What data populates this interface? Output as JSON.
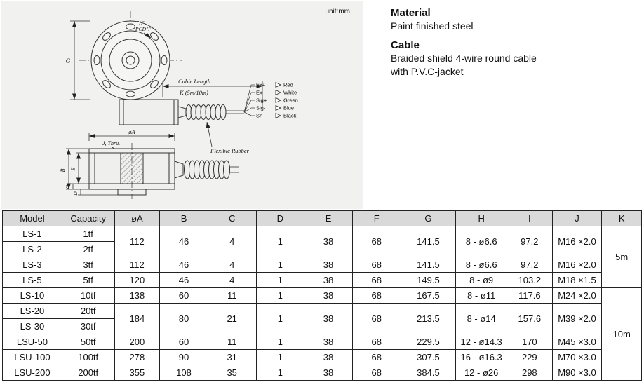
{
  "drawing": {
    "unit": "unit:mm",
    "pcd_line1": "\"H\"",
    "pcd_line2": "PCD\"I\"",
    "dims": {
      "g": "G",
      "oa": "øA",
      "b": "B",
      "c": "C",
      "d": "D",
      "e": "E"
    },
    "j_thru": "J, Thru.",
    "cable_length_label": "Cable Length",
    "cable_length_value": "K (5m/10m)",
    "flexible_rubber": "Flexible Rubber",
    "wires": [
      {
        "signal": "Ex+",
        "color": "Red"
      },
      {
        "signal": "Ex-",
        "color": "White"
      },
      {
        "signal": "Sig+",
        "color": "Green"
      },
      {
        "signal": "Sig-",
        "color": "Blue"
      },
      {
        "signal": "Sh",
        "color": "Black"
      }
    ]
  },
  "info": {
    "material_title": "Material",
    "material_value": "Paint finished steel",
    "cable_title": "Cable",
    "cable_line1": "Braided shield 4-wire round cable",
    "cable_line2": "with P.V.C-jacket"
  },
  "table": {
    "headers": [
      "Model",
      "Capacity",
      "øA",
      "B",
      "C",
      "D",
      "E",
      "F",
      "G",
      "H",
      "I",
      "J",
      "K"
    ],
    "models": [
      {
        "name": "LS-1",
        "capacity": "1tf"
      },
      {
        "name": "LS-2",
        "capacity": "2tf"
      },
      {
        "name": "LS-3",
        "capacity": "3tf"
      },
      {
        "name": "LS-5",
        "capacity": "5tf"
      },
      {
        "name": "LS-10",
        "capacity": "10tf"
      },
      {
        "name": "LS-20",
        "capacity": "20tf"
      },
      {
        "name": "LS-30",
        "capacity": "30tf"
      },
      {
        "name": "LSU-50",
        "capacity": "50tf"
      },
      {
        "name": "LSU-100",
        "capacity": "100tf"
      },
      {
        "name": "LSU-200",
        "capacity": "200tf"
      }
    ],
    "specs": {
      "ls1_ls2": [
        "112",
        "46",
        "4",
        "1",
        "38",
        "68",
        "141.5",
        "8 - ø6.6",
        "97.2",
        "M16 ×2.0"
      ],
      "ls3": [
        "112",
        "46",
        "4",
        "1",
        "38",
        "68",
        "141.5",
        "8 - ø6.6",
        "97.2",
        "M16 ×2.0"
      ],
      "ls5": [
        "120",
        "46",
        "4",
        "1",
        "38",
        "68",
        "149.5",
        "8 - ø9",
        "103.2",
        "M18 ×1.5"
      ],
      "ls10": [
        "138",
        "60",
        "11",
        "1",
        "38",
        "68",
        "167.5",
        "8 - ø11",
        "117.6",
        "M24 ×2.0"
      ],
      "ls20_ls30": [
        "184",
        "80",
        "21",
        "1",
        "38",
        "68",
        "213.5",
        "8 - ø14",
        "157.6",
        "M39 ×2.0"
      ],
      "lsu50": [
        "200",
        "60",
        "11",
        "1",
        "38",
        "68",
        "229.5",
        "12 - ø14.3",
        "170",
        "M45 ×3.0"
      ],
      "lsu100": [
        "278",
        "90",
        "31",
        "1",
        "38",
        "68",
        "307.5",
        "16 - ø16.3",
        "229",
        "M70 ×3.0"
      ],
      "lsu200": [
        "355",
        "108",
        "35",
        "1",
        "38",
        "68",
        "384.5",
        "12 - ø26",
        "298",
        "M90 ×3.0"
      ]
    },
    "cable_length": {
      "short": "5m",
      "long": "10m"
    }
  }
}
